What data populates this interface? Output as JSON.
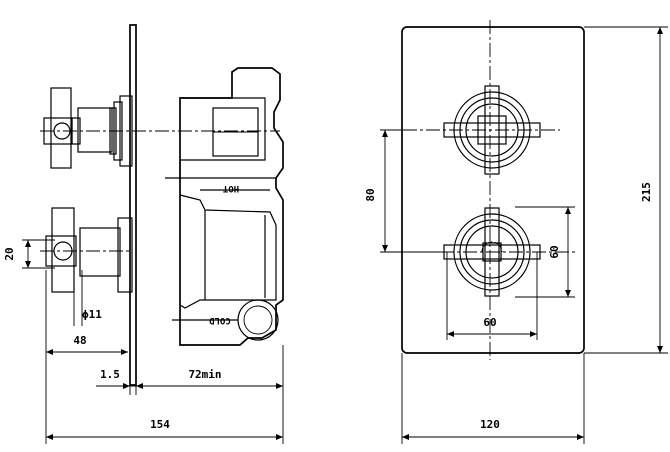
{
  "side_view": {
    "labels": {
      "hot": "HOT",
      "cold": "COLD"
    },
    "dims": {
      "d20": "20",
      "d11": "ϕ11",
      "d48": "48",
      "d15": "1.5",
      "d72": "72min",
      "d154": "154"
    }
  },
  "front_view": {
    "dims": {
      "d80": "80",
      "d215": "215",
      "d60v": "60",
      "d60h": "60",
      "d120": "120"
    }
  }
}
